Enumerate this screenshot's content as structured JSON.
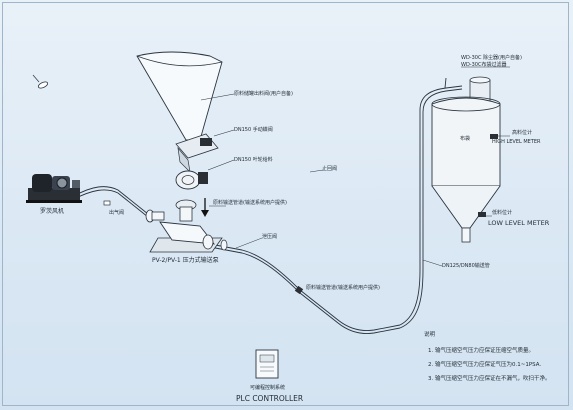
{
  "labels": {
    "hopper": "原料储罐出料阀(用户自备)",
    "valve_dn150": "DN150 手动蝶阀",
    "rotary_valve": "DN150 叶轮给料",
    "blower": "罗茨风机",
    "outlet_valve": "出气阀",
    "material_pipe": "原料输送管道(输送系统用户提供)",
    "bottom_pipe": "原料输送管道(输送系统用户提供)",
    "pump": "PV-2/PV-1 压力式输送泵",
    "pressure_relief": "泄压阀",
    "check_valve": "止回阀",
    "silo_top": "WD-30C 除尘器(用户自备)",
    "silo_top2": "WD-30C布袋过滤器",
    "filter": "布袋",
    "high_level_cn": "高料位计",
    "high_level": "HIGH LEVEL METER",
    "low_level_cn": "低料位计",
    "low_level": "LOW LEVEL METER",
    "pipe_size": "DN125/DN80输送管",
    "plc_cn": "可编程控制系统",
    "plc": "PLC CONTROLLER"
  },
  "notes": {
    "title": "说明",
    "items": [
      "1. 输气压缩空气压力应保证压缩空气质量。",
      "2. 输气压缩空气压力应保证气压为0.1~1PSA.",
      "3. 输气压缩空气压力应保证在不漏气，吹扫干净。"
    ]
  }
}
